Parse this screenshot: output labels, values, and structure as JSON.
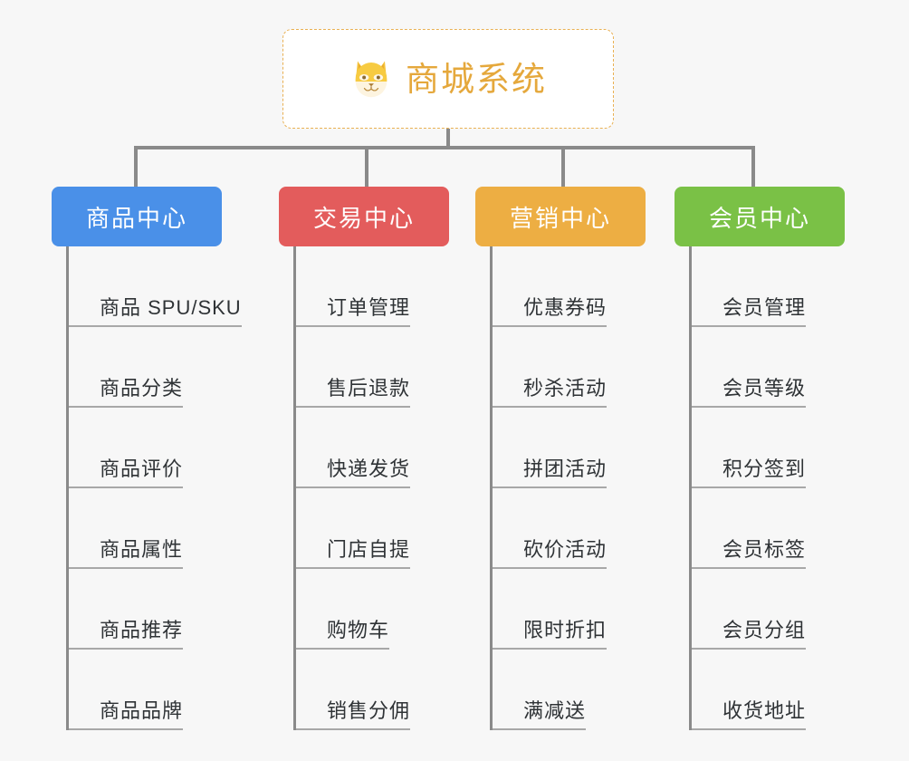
{
  "root": {
    "icon": "shiba-dog-face-icon",
    "title": "商城系统",
    "border_color": "#e9b052",
    "title_color": "#e5a83c"
  },
  "canvas": {
    "background": "#f7f7f7",
    "connector_color": "#8a8a8a",
    "underline_color": "#a8a8a8",
    "leaf_text_color": "#2f3336"
  },
  "columns": [
    {
      "title": "商品中心",
      "color": "#4a90e8",
      "items": [
        "商品 SPU/SKU",
        "商品分类",
        "商品评价",
        "商品属性",
        "商品推荐",
        "商品品牌"
      ]
    },
    {
      "title": "交易中心",
      "color": "#e35c5c",
      "items": [
        "订单管理",
        "售后退款",
        "快递发货",
        "门店自提",
        "购物车",
        "销售分佣"
      ]
    },
    {
      "title": "营销中心",
      "color": "#edae43",
      "items": [
        "优惠券码",
        "秒杀活动",
        "拼团活动",
        "砍价活动",
        "限时折扣",
        "满减送"
      ]
    },
    {
      "title": "会员中心",
      "color": "#7ac146",
      "items": [
        "会员管理",
        "会员等级",
        "积分签到",
        "会员标签",
        "会员分组",
        "收货地址"
      ]
    }
  ]
}
